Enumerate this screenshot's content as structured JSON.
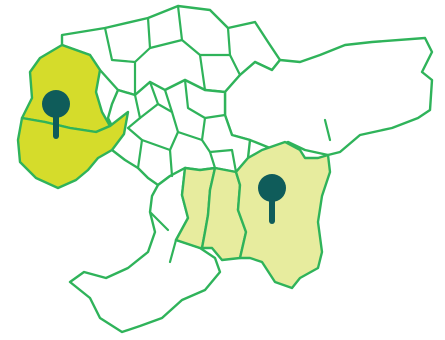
{
  "map": {
    "style": {
      "outline_color": "#2fb35a",
      "base_fill": "#ffffff",
      "highlight_strong": "#d5dc2b",
      "highlight_light": "#e7ec9e",
      "pin_color": "#0f5c5a"
    },
    "regions": [
      {
        "key": "west-upper",
        "level": "strong"
      },
      {
        "key": "west-lower",
        "level": "strong"
      },
      {
        "key": "central-east-a",
        "level": "light"
      },
      {
        "key": "central-east-b",
        "level": "light"
      },
      {
        "key": "southeast",
        "level": "light"
      },
      {
        "key": "north",
        "level": "none"
      },
      {
        "key": "northeast",
        "level": "none"
      },
      {
        "key": "south",
        "level": "none"
      },
      {
        "key": "central-cluster",
        "level": "none"
      }
    ],
    "markers": [
      {
        "icon": "map-pin-icon",
        "region": "west-upper"
      },
      {
        "icon": "map-pin-icon",
        "region": "southeast"
      }
    ]
  }
}
